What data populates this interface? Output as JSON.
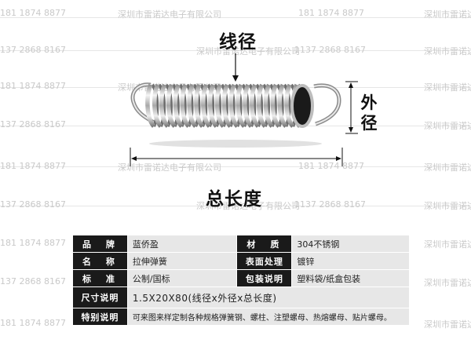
{
  "watermark": {
    "phone_a": "181 1874 8877",
    "phone_b": "137 2868 8167",
    "company": "深圳市雷诺达电子有限公司",
    "phone_c": "1137 2868 8167"
  },
  "diagram": {
    "wire_diameter": "线径",
    "outer_diameter": "外径",
    "total_length": "总长度"
  },
  "specs": {
    "brand_label": "品　牌",
    "brand_value": "蓝侨盈",
    "material_label": "材　质",
    "material_value": "304不锈钢",
    "name_label": "名　称",
    "name_value": "拉伸弹簧",
    "surface_label": "表面处理",
    "surface_value": "镀锌",
    "standard_label": "标　准",
    "standard_value": "公制/国标",
    "package_label": "包装说明",
    "package_value": "塑料袋/纸盒包装",
    "size_label": "尺寸说明",
    "size_value": "1.5X20X80(线径x外径x总长度)",
    "special_label": "特别说明",
    "special_value": "可来图来样定制各种规格弹簧钢、螺柱、注塑螺母、热熔螺母、贴片螺母。"
  }
}
